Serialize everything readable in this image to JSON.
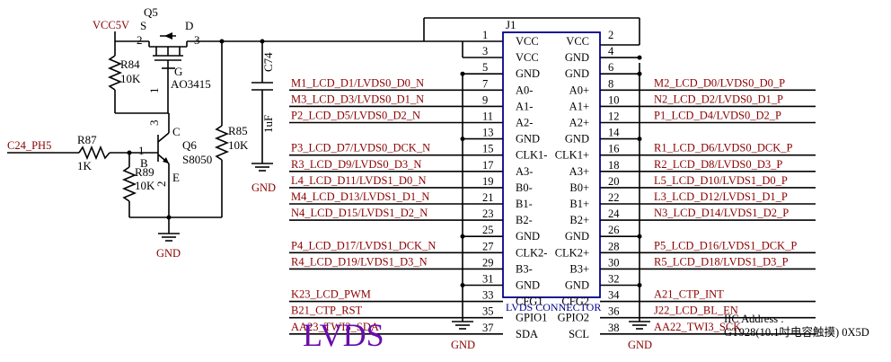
{
  "title": "LVDS",
  "connector": {
    "ref": "J1",
    "name": "LVDS CONNECTOR",
    "rows": [
      {
        "lp": "1",
        "ln": "VCC",
        "rn": "VCC",
        "rp": "2",
        "lnet": "",
        "rnet": ""
      },
      {
        "lp": "3",
        "ln": "VCC",
        "rn": "GND",
        "rp": "4",
        "lnet": "",
        "rnet": ""
      },
      {
        "lp": "5",
        "ln": "GND",
        "rn": "GND",
        "rp": "6",
        "lnet": "",
        "rnet": ""
      },
      {
        "lp": "7",
        "ln": "A0-",
        "rn": "A0+",
        "rp": "8",
        "lnet": "M1_LCD_D1/LVDS0_D0_N",
        "rnet": "M2_LCD_D0/LVDS0_D0_P"
      },
      {
        "lp": "9",
        "ln": "A1-",
        "rn": "A1+",
        "rp": "10",
        "lnet": "M3_LCD_D3/LVDS0_D1_N",
        "rnet": "N2_LCD_D2/LVDS0_D1_P"
      },
      {
        "lp": "11",
        "ln": "A2-",
        "rn": "A2+",
        "rp": "12",
        "lnet": "P2_LCD_D5/LVDS0_D2_N",
        "rnet": "P1_LCD_D4/LVDS0_D2_P"
      },
      {
        "lp": "13",
        "ln": "GND",
        "rn": "GND",
        "rp": "14",
        "lnet": "",
        "rnet": ""
      },
      {
        "lp": "15",
        "ln": "CLK1-",
        "rn": "CLK1+",
        "rp": "16",
        "lnet": "P3_LCD_D7/LVDS0_DCK_N",
        "rnet": "R1_LCD_D6/LVDS0_DCK_P"
      },
      {
        "lp": "17",
        "ln": "A3-",
        "rn": "A3+",
        "rp": "18",
        "lnet": "R3_LCD_D9/LVDS0_D3_N",
        "rnet": "R2_LCD_D8/LVDS0_D3_P"
      },
      {
        "lp": "19",
        "ln": "B0-",
        "rn": "B0+",
        "rp": "20",
        "lnet": "L4_LCD_D11/LVDS1_D0_N",
        "rnet": "L5_LCD_D10/LVDS1_D0_P"
      },
      {
        "lp": "21",
        "ln": "B1-",
        "rn": "B1+",
        "rp": "22",
        "lnet": "M4_LCD_D13/LVDS1_D1_N",
        "rnet": "L3_LCD_D12/LVDS1_D1_P"
      },
      {
        "lp": "23",
        "ln": "B2-",
        "rn": "B2+",
        "rp": "24",
        "lnet": "N4_LCD_D15/LVDS1_D2_N",
        "rnet": "N3_LCD_D14/LVDS1_D2_P"
      },
      {
        "lp": "25",
        "ln": "GND",
        "rn": "GND",
        "rp": "26",
        "lnet": "",
        "rnet": ""
      },
      {
        "lp": "27",
        "ln": "CLK2-",
        "rn": "CLK2+",
        "rp": "28",
        "lnet": "P4_LCD_D17/LVDS1_DCK_N",
        "rnet": "P5_LCD_D16/LVDS1_DCK_P"
      },
      {
        "lp": "29",
        "ln": "B3-",
        "rn": "B3+",
        "rp": "30",
        "lnet": "R4_LCD_D19/LVDS1_D3_N",
        "rnet": "R5_LCD_D18/LVDS1_D3_P"
      },
      {
        "lp": "31",
        "ln": "GND",
        "rn": "GND",
        "rp": "32",
        "lnet": "",
        "rnet": ""
      },
      {
        "lp": "33",
        "ln": "CFG1",
        "rn": "CFG2",
        "rp": "34",
        "lnet": "K23_LCD_PWM",
        "rnet": "A21_CTP_INT"
      },
      {
        "lp": "35",
        "ln": "GPIO1",
        "rn": "GPIO2",
        "rp": "36",
        "lnet": "B21_CTP_RST",
        "rnet": "J22_LCD_BL_EN"
      },
      {
        "lp": "37",
        "ln": "SDA",
        "rn": "SCL",
        "rp": "38",
        "lnet": "AA23_TWI3_SDA",
        "rnet": "AA22_TWI3_SCK"
      }
    ]
  },
  "parts": {
    "q5_ref": "Q5",
    "q5_s": "S",
    "q5_d": "D",
    "q5_g": "G",
    "q5_val": "AO3415",
    "q5_pin2": "2",
    "q5_pin3": "3",
    "q5_pin1": "1",
    "vcc": "VCC5V",
    "r84_ref": "R84",
    "r84_val": "10K",
    "q6_ref": "Q6",
    "q6_val": "S8050",
    "q6_b": "B",
    "q6_c": "C",
    "q6_e": "E",
    "q6_pin1": "1",
    "q6_pin2": "2",
    "q6_pin3": "3",
    "r87_ref": "R87",
    "r87_val": "1K",
    "r89_ref": "R89",
    "r89_val": "10K",
    "r85_ref": "R85",
    "r85_val": "10K",
    "c74_ref": "C74",
    "c74_val": "1uF",
    "input_net": "C24_PH5",
    "gnd": "GND"
  },
  "note": {
    "line1": "IIC Address :",
    "line2": "GT928(10.1吋电容触摸) 0X5D"
  }
}
